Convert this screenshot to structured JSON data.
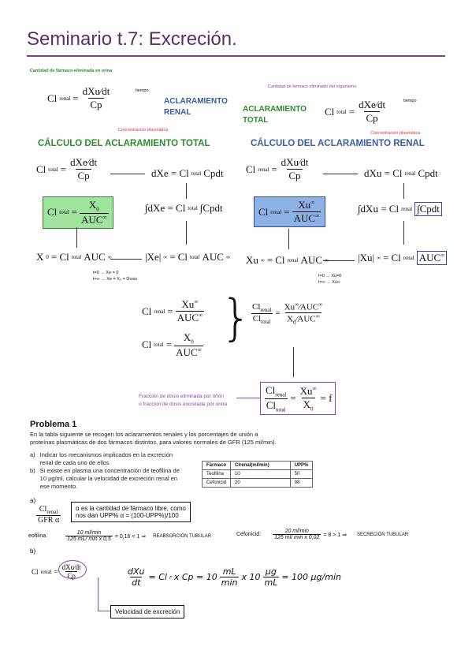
{
  "title": "Seminario t.7: Excreción.",
  "renal": {
    "label_top": "Cantidad de fármaco eliminada en orina",
    "label_tiempo": "tiempo",
    "label_conc": "Concentración plasmática",
    "cl": "Cl",
    "sub_renal": "renal",
    "dxu": "dXu",
    "dt": "dt",
    "cp": "Cp",
    "head1": "ACLARAMIENTO",
    "head2": "RENAL"
  },
  "total": {
    "label_top": "Cantidad de fármaco eliminado del organismo",
    "label_tiempo": "tiempo",
    "label_conc": "Concentración plasmática",
    "cl": "Cl",
    "sub_total": "total",
    "dxe": "dXe",
    "dt": "dt",
    "cp": "Cp",
    "head1": "ACLARAMIENTO",
    "head2": "TOTAL"
  },
  "calc_total_head": "CÁLCULO DEL ACLARAMIENTO TOTAL",
  "calc_renal_head": "CÁLCULO DEL ACLARAMIENTO RENAL",
  "eq": {
    "dxe_eq": "dXe = Cl",
    "dxe_eq_tail": "Cpdt",
    "int_dxe": "∫dXe = Cl",
    "int_tail": "∫Cpdt",
    "x0": "X",
    "auc": "AUC",
    "xe_bracket": "|Xe|",
    "x0_eq": "X",
    "x0_eq_mid": " = Cl",
    "cond_t1": "t=0 → Xe = 0",
    "cond_t2": "t=∞ → Xe = X₀ = Dosis",
    "dxu_eq": "dXu = Cl",
    "dxu_eq_tail": "Cpdt",
    "int_dxu": "∫dXu = Cl",
    "xu_inf": "Xu",
    "xu_bracket": "|Xu|",
    "cond_r1": "t=0 → Xu=0",
    "cond_r2": "t=∞ → Xu∞",
    "inf": "∞",
    "zero": "0",
    "equals": "=",
    "f": "= f"
  },
  "fraccion_label1": "Fracción de dosis eliminada por riñón",
  "fraccion_label2": "o fracción de dosis excretada por orina",
  "problema": {
    "title": "Problema 1",
    "intro1": "En la tabla siguiente se recogen los aclaramientos renales y los porcentajes de unión a",
    "intro2": "proteínas plasmáticas de dos fármacos distintos, para valores normales de GFR (125 ml/min).",
    "a_label": "a)",
    "a1": "Indicar los mecanismos implicados en la excreción",
    "a2": "renal de cada uno de ellos",
    "b_label": "b)",
    "b1": "Si existe en plasma una concentración de teofilina de",
    "b2": "10 µg/ml, calcular la velocidad de excreción renal en",
    "b3": "ese momento.",
    "table": {
      "headers": [
        "Fármaco",
        "Clrenal(ml/min)",
        "UPP%"
      ],
      "rows": [
        [
          "Teofilina",
          "10",
          "50"
        ],
        [
          "Cefonicid",
          "20",
          "98"
        ]
      ]
    }
  },
  "resp": {
    "a_label": "a)",
    "clrenal": "Cl",
    "sub_renal": "renal",
    "gfr": "GFR α",
    "alpha_note1": "α es la cantidad de fármaco libre, como",
    "alpha_note2": "nos dan UPP% α = (100-UPP%)/100",
    "teof_label": "eofilina:",
    "teof_num": "10 ml/min",
    "teof_den": "125 mL/ min x 0,5",
    "teof_res": "= 0,16 < 1 ⇒",
    "teof_mech": "REABSORCIÓN TUBULAR",
    "cef_label": "Cefonicid:",
    "cef_num": "20 ml/min",
    "cef_den": "125 ml/ min x 0,02",
    "cef_res": "= 8 > 1 ⇒",
    "cef_mech": "SECRECIÓN TUBULAR",
    "b_label": "b)",
    "dxu": "dXu",
    "dt": "dt",
    "cp": "Cp",
    "formula": "dXu/dt = Cl",
    "formula_full1": "= Cl",
    "formula_full2": "x Cp = 10",
    "ml": "mL",
    "min": "min",
    "ug": "µg",
    "x10": "x 10",
    "result": "= 100 µg/min",
    "vel": "Velocidad de excreción",
    "sub_r": "r"
  }
}
